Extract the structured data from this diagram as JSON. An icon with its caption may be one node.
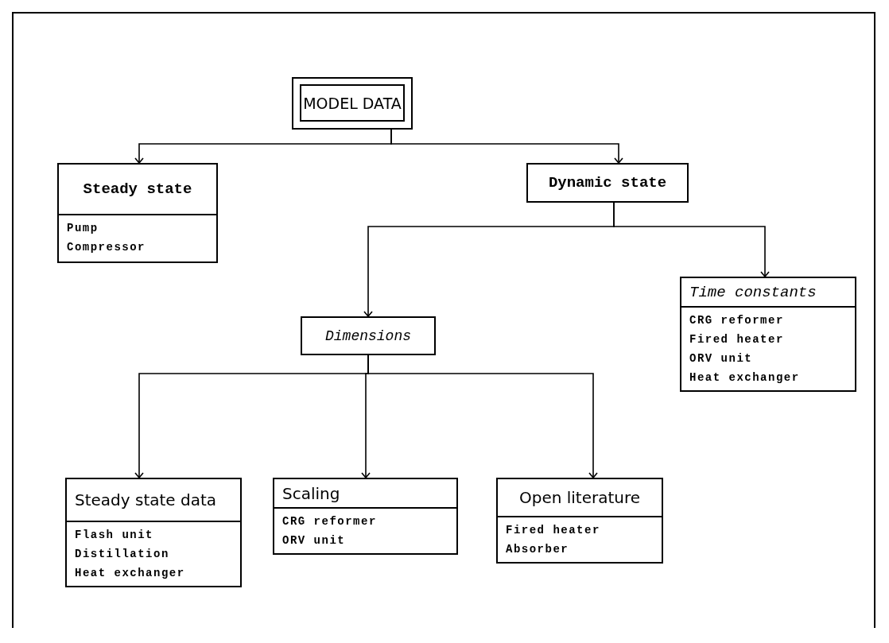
{
  "diagram": {
    "nodes": [
      {
        "text": [
          "MODEL DATA"
        ]
      },
      {
        "text": [
          "Steady state",
          "Pump",
          "Compressor"
        ]
      },
      {
        "text": [
          "Dynamic state"
        ]
      },
      {
        "text": [
          "Time constants",
          "CRG reformer",
          "Fired heater",
          "ORV unit",
          "Heat exchanger"
        ]
      },
      {
        "text": [
          "Dimensions"
        ]
      },
      {
        "text": [
          "Steady state data",
          "Flash unit",
          "Distillation",
          "Heat exchanger"
        ]
      },
      {
        "text": [
          "Scaling",
          "CRG reformer",
          "ORV unit"
        ]
      },
      {
        "text": [
          "Open literature",
          "Fired heater",
          "Absorber"
        ]
      }
    ],
    "edges": [
      {
        "from": 0,
        "to": 1,
        "arrow": "to"
      },
      {
        "from": 0,
        "to": 2,
        "arrow": "to"
      },
      {
        "from": 2,
        "to": 4,
        "arrow": "to"
      },
      {
        "from": 2,
        "to": 3,
        "arrow": "to"
      },
      {
        "from": 4,
        "to": 5,
        "arrow": "to"
      },
      {
        "from": 4,
        "to": 6,
        "arrow": "to"
      },
      {
        "from": 4,
        "to": 7,
        "arrow": "to"
      }
    ]
  }
}
